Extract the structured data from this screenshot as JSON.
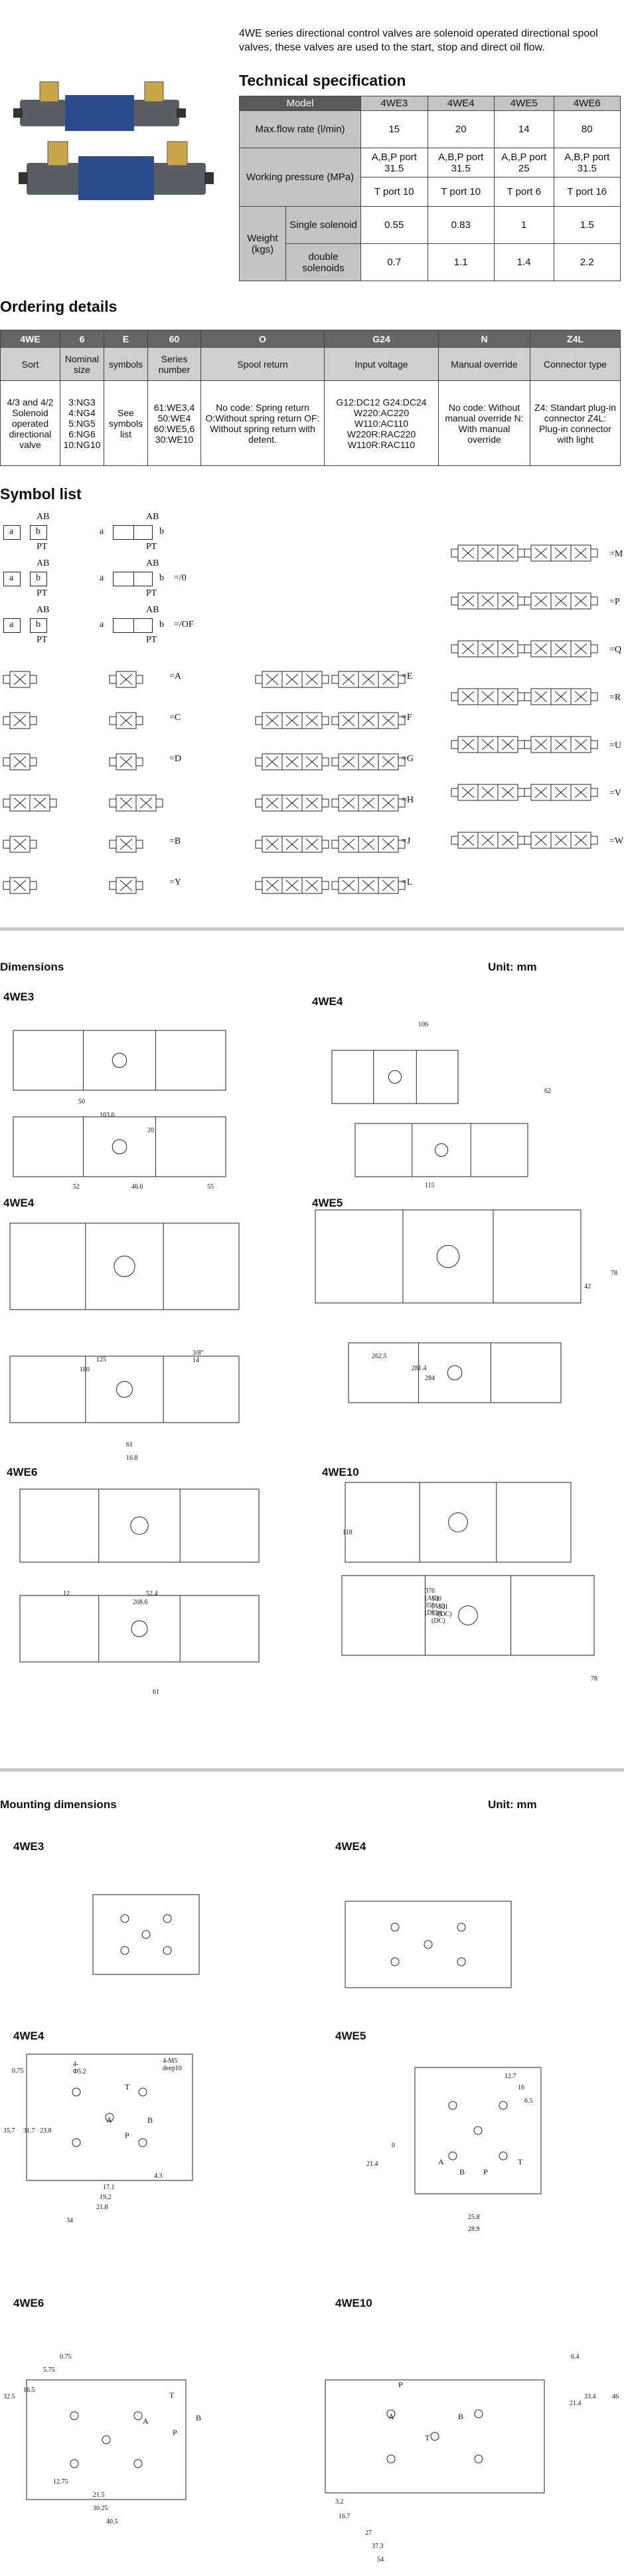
{
  "intro": "4WE series directional control valves are solenoid operated directional spool valves, these valves are used to the start, stop and direct oil flow.",
  "spec": {
    "title": "Technical specification",
    "model_label": "Model",
    "models": [
      "4WE3",
      "4WE4",
      "4WE5",
      "4WE6"
    ],
    "flow_label": "Max.flow rate (l/min)",
    "flow": [
      "15",
      "20",
      "14",
      "80"
    ],
    "pressure_label": "Working pressure (MPa)",
    "pressure_abp": [
      "A,B,P port 31.5",
      "A,B,P port 31.5",
      "A,B,P port 25",
      "A,B,P port 31.5"
    ],
    "pressure_t": [
      "T port 10",
      "T port 10",
      "T port 6",
      "T port 16"
    ],
    "weight_label": "Weight (kgs)",
    "single_label": "Single solenoid",
    "single": [
      "0.55",
      "0.83",
      "1",
      "1.5"
    ],
    "double_label": "double solenoids",
    "double": [
      "0.7",
      "1.1",
      "1.4",
      "2.2"
    ]
  },
  "ordering": {
    "title": "Ordering details",
    "codes": [
      "4WE",
      "6",
      "E",
      "60",
      "O",
      "G24",
      "N",
      "Z4L"
    ],
    "headers": [
      "Sort",
      "Nominal size",
      "symbols",
      "Series number",
      "Spool return",
      "Input voltage",
      "Manual override",
      "Connector type"
    ],
    "cells": [
      "4/3 and 4/2 Solenoid operated directional valve",
      "3:NG3 4:NG4 5:NG5 6:NG6 10:NG10",
      "See symbols list",
      "61:WE3,4 50:WE4 60:WE5,6 30:WE10",
      "No code: Spring return O:Without spring return OF: Without spring return with detent.",
      "G12:DC12 G24:DC24 W220:AC220 W110:AC110 W220R:RAC220 W110R:RAC110",
      "No code: Without manual override N: With manual override",
      "Z4: Standart plug-in connector Z4L: Plug-in connector with light"
    ]
  },
  "symbols": {
    "title": "Symbol list",
    "col1": [
      "=A",
      "=C",
      "=D",
      "=B",
      "=Y"
    ],
    "col2": [
      "=/0",
      "=/OF",
      "=E",
      "=F",
      "=G",
      "=H",
      "=J",
      "=L"
    ],
    "col3": [
      "=M",
      "=P",
      "=Q",
      "=R",
      "=U",
      "=V",
      "=W"
    ],
    "ab": "AB",
    "pt": "PT",
    "a": "a",
    "b": "b",
    "zero": "0"
  },
  "dimensions": {
    "title": "Dimensions",
    "unit": "Unit: mm",
    "items": [
      "4WE3",
      "4WE4",
      "4WE4",
      "4WE5",
      "4WE6",
      "4WE10"
    ],
    "nums_4we3": [
      "103.6",
      "50",
      "20",
      "46.6",
      "52",
      "55"
    ],
    "nums_4we4": [
      "106",
      "115",
      "62"
    ],
    "nums_4we4b": [
      "180",
      "61",
      "16.8",
      "3/8\" 14",
      "125"
    ],
    "nums_4we5": [
      "262.5",
      "281.4",
      "284",
      "78",
      "42"
    ],
    "nums_4we6": [
      "208.6",
      "12",
      "52.4",
      "61"
    ],
    "nums_4we10": [
      "376 (AC) 359 (DC)",
      "300 (AC) 318 (DC)",
      "301 (DC)",
      "78",
      "118"
    ]
  },
  "mounting": {
    "title": "Mounting dimensions",
    "unit": "Unit: mm",
    "items": [
      "4WE3",
      "4WE4",
      "4WE4",
      "4WE5",
      "4WE6",
      "4WE10"
    ],
    "nums_4we4b": [
      "4-M5 deep10",
      "4-Φ5.2",
      "35.7",
      "31.7",
      "23.8",
      "34",
      "21.8",
      "19.2",
      "17.1",
      "4.3",
      "0.75"
    ],
    "nums_4we5": [
      "12.7",
      "16",
      "6.5",
      "21.4",
      "25.8",
      "28.9",
      "0"
    ],
    "nums_4we6": [
      "40.5",
      "30.25",
      "21.5",
      "12.75",
      "32.5",
      "16.5",
      "5.75",
      "0.75"
    ],
    "nums_4we10": [
      "54",
      "37.3",
      "27",
      "16.7",
      "3.2",
      "46",
      "33.4",
      "21.4",
      "6.4"
    ],
    "ports": [
      "A",
      "B",
      "P",
      "T"
    ]
  }
}
